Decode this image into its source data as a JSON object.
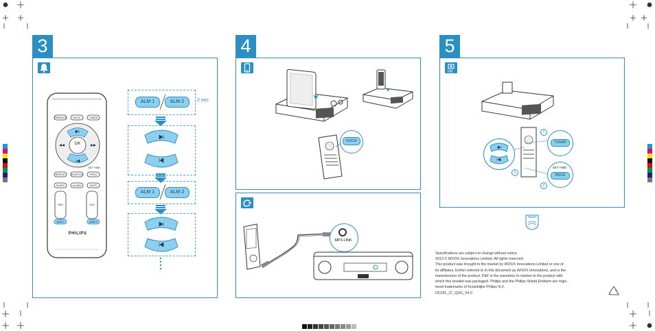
{
  "steps": [
    {
      "number": "3",
      "icon": "bell-icon"
    },
    {
      "number": "4",
      "icon": "phone-icon"
    },
    {
      "number": "5",
      "icon": "radio-fm-icon"
    }
  ],
  "step3": {
    "alm1": "ALM 1",
    "alm2": "ALM 2",
    "hold": "2 sec.",
    "remote": {
      "brand": "PHILIPS",
      "row1": [
        "PWR/SLD",
        "DOCK",
        "TUNER"
      ],
      "ok": "OK",
      "settime": "SET TIME",
      "row3": [
        "REPEAT",
        "SHUFFLE",
        "PROG"
      ],
      "row4": [
        "SLEEP",
        "ALARM",
        "MUTE"
      ],
      "alm_row": [
        "ALM 1",
        "ALM 2"
      ],
      "small_labels": [
        "DIM",
        "VOL"
      ]
    }
  },
  "step4": {
    "dock_button": "DOCK",
    "mp3_link": "MP3-LINK"
  },
  "step5": {
    "tuner_button": "TUNER",
    "prog_button": "PROG",
    "set_time": "SET TIME",
    "markers": [
      "1",
      "2",
      "3"
    ]
  },
  "footer": {
    "shield_text": "PHILIPS",
    "specs": [
      "Specifications are subject to change without notice.",
      "2013 © WOOX Innovations Limited. All rights reserved.",
      "This product was brought to the market by WOOX Innovations Limited or one of",
      "its affiliates, further referred to in this document as WOOX Innovations, and is the",
      "manufacturer of the product. P&F is the warrantor in relation to the product with",
      "which this booklet was packaged. Philips and the Philips Shield Emblem are regis-",
      "tered trademarks of Koninklijke Philips N.V."
    ],
    "code": "DC291_37_QSG_V4.0"
  },
  "colors": {
    "accent": "#2c8fc4",
    "button_fill": "#8ccfee"
  }
}
